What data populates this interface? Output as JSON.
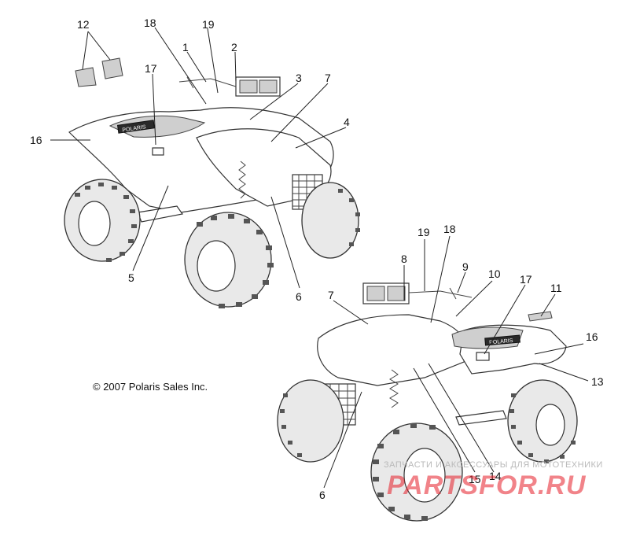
{
  "diagram": {
    "top_callouts": [
      "12",
      "18",
      "19",
      "1",
      "2",
      "3",
      "7",
      "4",
      "17",
      "16",
      "5",
      "6"
    ],
    "bottom_callouts": [
      "19",
      "18",
      "8",
      "9",
      "10",
      "17",
      "11",
      "16",
      "13",
      "7",
      "15",
      "14",
      "6"
    ],
    "decal_text_top": "POLARIS",
    "decal_text_bottom": "POLARIS"
  },
  "copyright": "© 2007 Polaris Sales Inc.",
  "watermark": {
    "line1": "ЗАПЧАСТИ И АКСЕССУАРЫ ДЛЯ МОТОТЕХНИКИ",
    "line2": "PARTSFOR.RU"
  }
}
